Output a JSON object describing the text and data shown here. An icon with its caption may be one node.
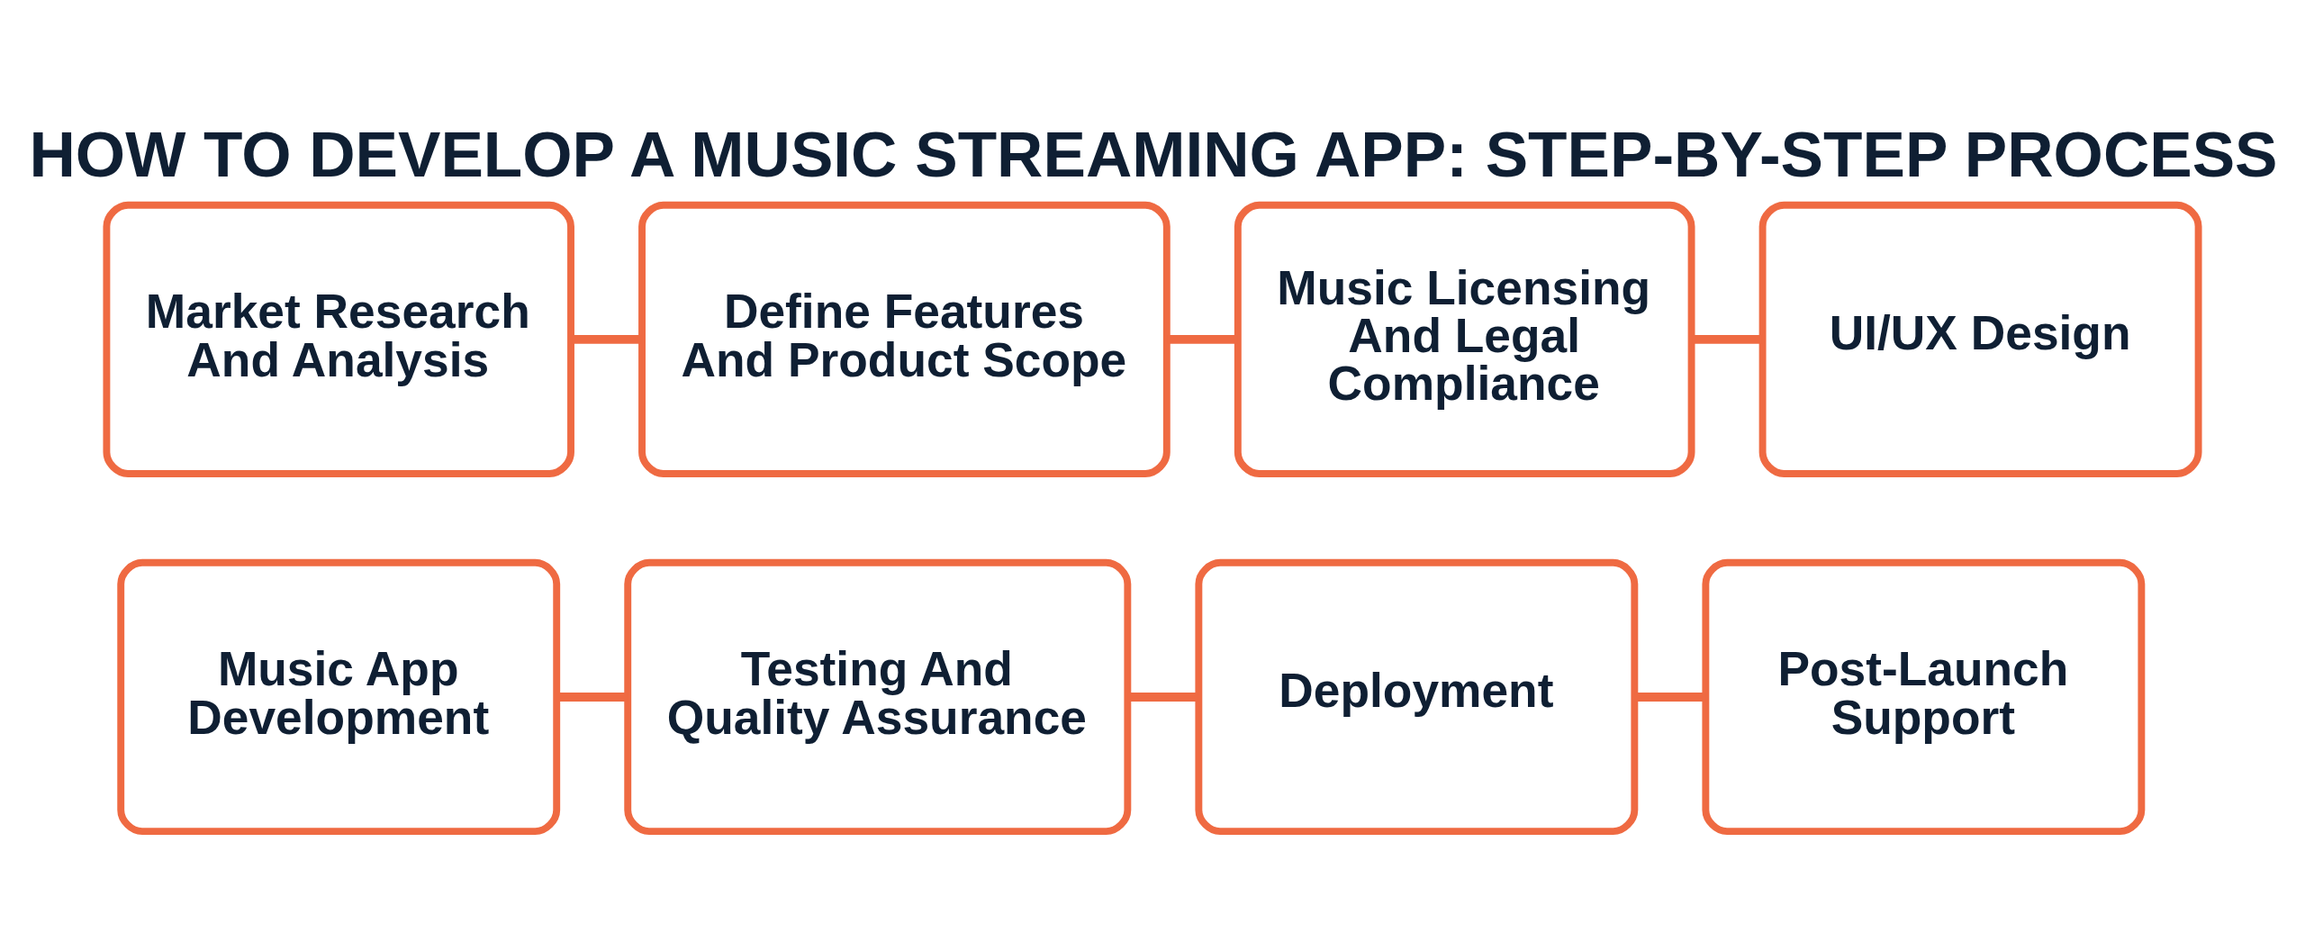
{
  "diagram": {
    "title": "HOW TO DEVELOP A MUSIC STREAMING APP: STEP-BY-STEP PROCESS",
    "nodes": [
      {
        "text": [
          "Market Research And Analysis"
        ]
      },
      {
        "text": [
          "Define Features And Product Scope"
        ]
      },
      {
        "text": [
          "Music Licensing And Legal Compliance"
        ]
      },
      {
        "text": [
          "UI/UX Design"
        ]
      },
      {
        "text": [
          "Music App Development"
        ]
      },
      {
        "text": [
          "Testing And Quality Assurance"
        ]
      },
      {
        "text": [
          "Deployment"
        ]
      },
      {
        "text": [
          "Post-Launch Support"
        ]
      }
    ],
    "edges": [
      {
        "from": 0,
        "to": 1,
        "arrow": "none"
      },
      {
        "from": 1,
        "to": 2,
        "arrow": "none"
      },
      {
        "from": 2,
        "to": 3,
        "arrow": "none"
      },
      {
        "from": 4,
        "to": 5,
        "arrow": "none"
      },
      {
        "from": 5,
        "to": 6,
        "arrow": "none"
      },
      {
        "from": 6,
        "to": 7,
        "arrow": "none"
      }
    ]
  }
}
